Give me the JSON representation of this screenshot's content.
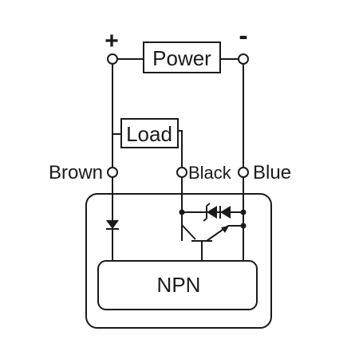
{
  "polarity": {
    "positive": "+",
    "negative": "-"
  },
  "components": {
    "power": "Power",
    "load": "Load",
    "npn": "NPN"
  },
  "terminals": {
    "brown": "Brown",
    "black": "Black",
    "blue": "Blue"
  },
  "colors": {
    "ink": "#1a1a1a",
    "background": "#ffffff"
  }
}
